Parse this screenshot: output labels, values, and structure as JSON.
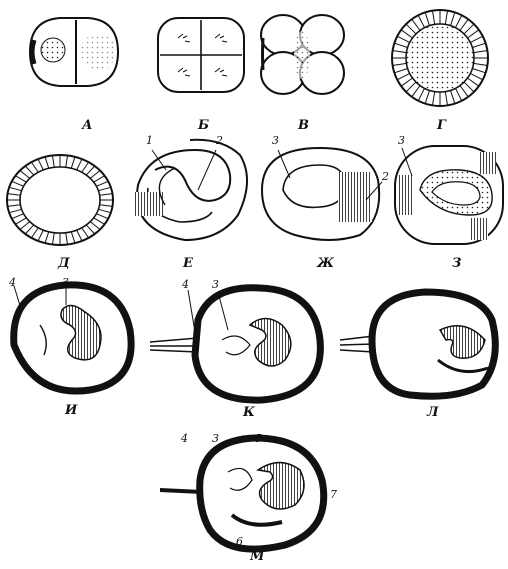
{
  "panels": [
    {
      "id": "A",
      "label": "А"
    },
    {
      "id": "B",
      "label": "Б"
    },
    {
      "id": "V",
      "label": "В"
    },
    {
      "id": "G",
      "label": "Г"
    },
    {
      "id": "D",
      "label": "Д"
    },
    {
      "id": "E",
      "label": "Е"
    },
    {
      "id": "Zh",
      "label": "Ж"
    },
    {
      "id": "Z",
      "label": "З"
    },
    {
      "id": "I",
      "label": "И"
    },
    {
      "id": "K",
      "label": "К"
    },
    {
      "id": "L",
      "label": "Л"
    },
    {
      "id": "M",
      "label": "М"
    }
  ],
  "numbers": {
    "e1": "1",
    "e2": "2",
    "zh3": "3",
    "zh2": "2",
    "z3": "3",
    "i4": "4",
    "i3": "3",
    "k4": "4",
    "k3": "3",
    "m4": "4",
    "m3": "3",
    "m5": "5",
    "m7": "7",
    "m6": "6"
  }
}
